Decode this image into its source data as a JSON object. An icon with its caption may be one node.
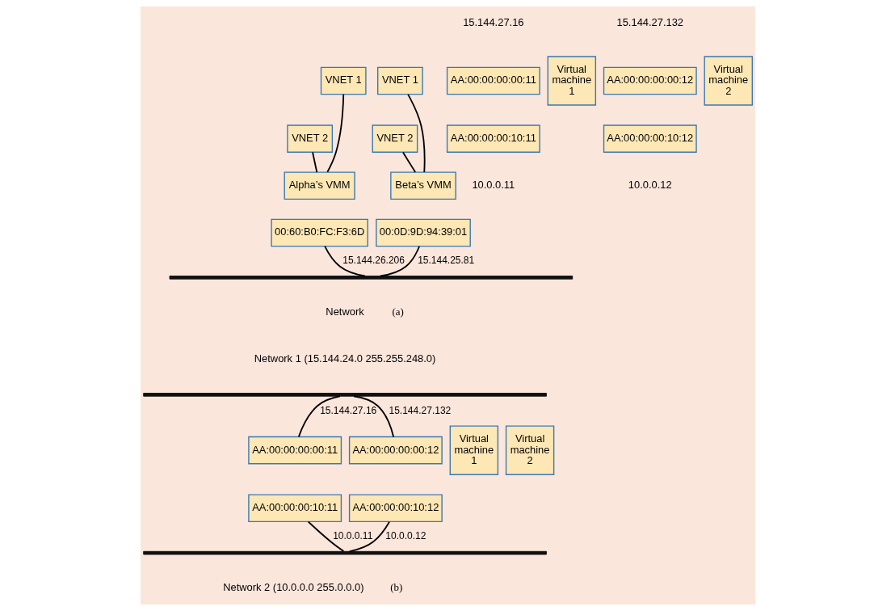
{
  "diagram": {
    "nodes": [
      {
        "text": [
          "VNET 1"
        ]
      },
      {
        "text": [
          "AA:00:00:00:00:11"
        ]
      },
      {
        "text": [
          "VNET 2"
        ]
      },
      {
        "text": [
          "AA:00:00:00:10:11"
        ]
      },
      {
        "text": [
          "Virtual machine 1"
        ]
      },
      {
        "text": [
          "Alpha’s VMM"
        ]
      },
      {
        "text": [
          "00:60:B0:FC:F3:6D"
        ]
      },
      {
        "text": [
          "VNET 1"
        ]
      },
      {
        "text": [
          "AA:00:00:00:00:12"
        ]
      },
      {
        "text": [
          "VNET 2"
        ]
      },
      {
        "text": [
          "AA:00:00:00:10:12"
        ]
      },
      {
        "text": [
          "Virtual machine 2"
        ]
      },
      {
        "text": [
          "Beta’s VMM"
        ]
      },
      {
        "text": [
          "00:0D:9D:94:39:01"
        ]
      },
      {
        "text": [],
        "shape": "bar",
        "beside": [
          "Network"
        ]
      },
      {
        "text": [],
        "shape": "bar",
        "beside": [
          "Network 1 (15.144.24.0 255.255.248.0)"
        ]
      },
      {
        "text": [
          "AA:00:00:00:00:11"
        ]
      },
      {
        "text": [
          "AA:00:00:00:10:11"
        ]
      },
      {
        "text": [
          "Virtual machine 1"
        ]
      },
      {
        "text": [
          "AA:00:00:00:00:12"
        ]
      },
      {
        "text": [
          "AA:00:00:00:10:12"
        ]
      },
      {
        "text": [
          "Virtual machine 2"
        ]
      },
      {
        "text": [],
        "shape": "bar",
        "beside": [
          "Network 2 (10.0.0.0 255.0.0.0)"
        ]
      }
    ],
    "edges": [
      {
        "from": 0,
        "to": 5,
        "arrow": "none"
      },
      {
        "from": 2,
        "to": 5,
        "arrow": "none"
      },
      {
        "from": 6,
        "to": 14,
        "arrow": "none",
        "label": "15.144.26.206"
      },
      {
        "from": 7,
        "to": 12,
        "arrow": "none"
      },
      {
        "from": 9,
        "to": 12,
        "arrow": "none"
      },
      {
        "from": 13,
        "to": 14,
        "arrow": "none",
        "label": "15.144.25.81"
      },
      {
        "from": 15,
        "to": 16,
        "arrow": "none",
        "label": "15.144.27.16"
      },
      {
        "from": 17,
        "to": 22,
        "arrow": "none",
        "label": "10.0.0.11"
      },
      {
        "from": 15,
        "to": 19,
        "arrow": "none",
        "label": "15.144.27.132"
      },
      {
        "from": 20,
        "to": 22,
        "arrow": "none",
        "label": "10.0.0.12"
      }
    ],
    "labels": [
      "15.144.27.16",
      "15.144.27.132",
      "10.0.0.11",
      "10.0.0.12",
      "(a)",
      "(b)"
    ]
  }
}
